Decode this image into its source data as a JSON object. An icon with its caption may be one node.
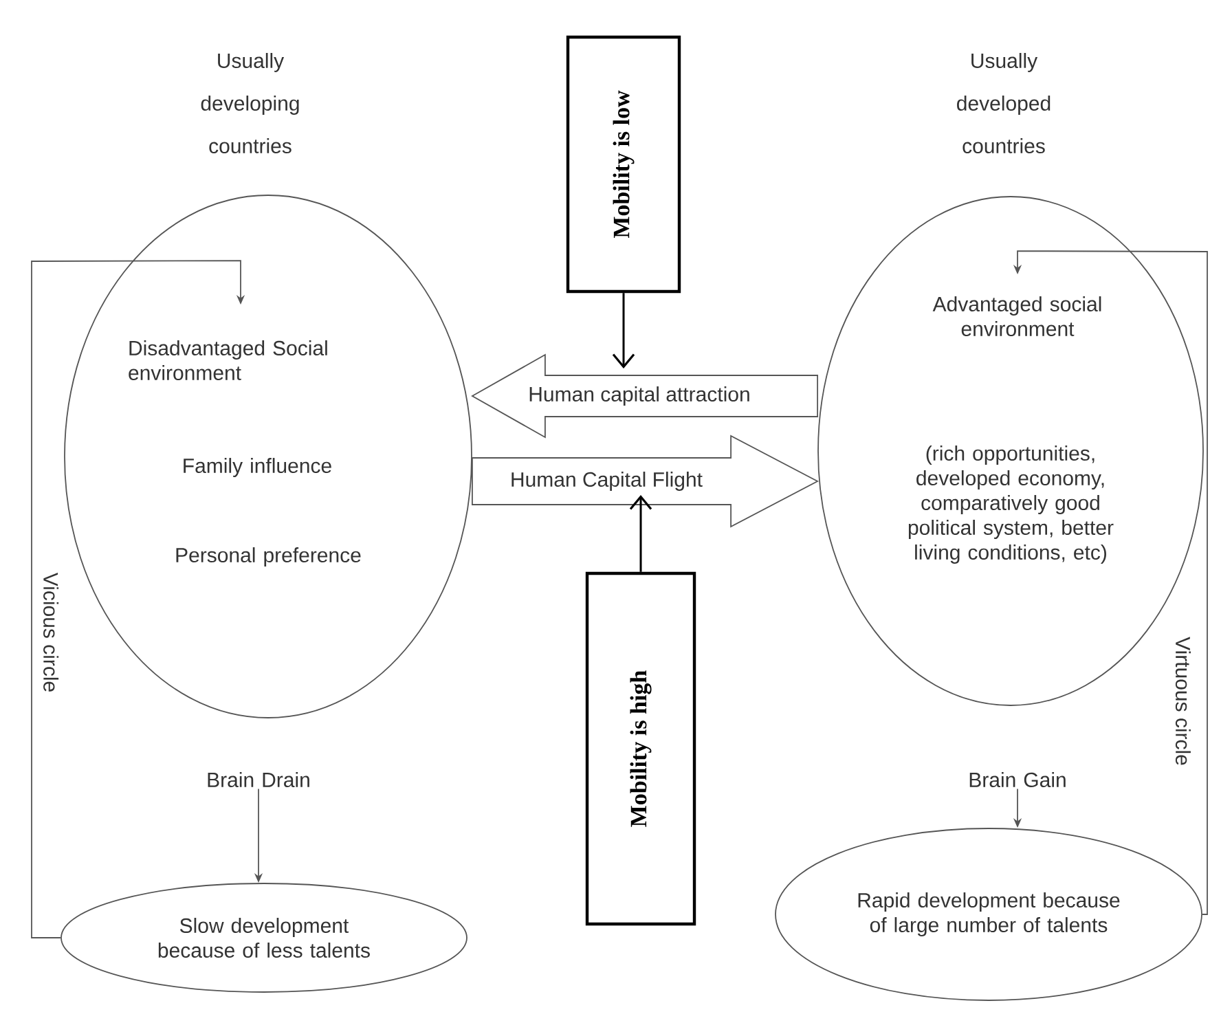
{
  "diagram": {
    "nodes": [
      {
        "text": [
          "Disadvantaged Social environment",
          "Family influence",
          "Personal preference"
        ],
        "beside": [
          "Usually developing countries"
        ]
      },
      {
        "text": [
          "Advantaged social environment",
          "(rich opportunities, developed economy, comparatively good political system, better living conditions, etc)"
        ],
        "beside": [
          "Usually developed countries"
        ]
      },
      {
        "text": [
          "Mobility is low"
        ]
      },
      {
        "text": [
          "Mobility is high"
        ]
      },
      {
        "text": [
          "Brain Drain"
        ]
      },
      {
        "text": [
          "Slow development because of less talents"
        ]
      },
      {
        "text": [
          "Brain Gain"
        ]
      },
      {
        "text": [
          "Rapid development because of large number of talents"
        ]
      }
    ],
    "edges": [
      {
        "from": 1,
        "to": 0,
        "arrow": "to",
        "label": "Human capital attraction",
        "style": "thick"
      },
      {
        "from": 0,
        "to": 1,
        "arrow": "to",
        "label": "Human Capital Flight",
        "style": "thick"
      },
      {
        "from": 2,
        "to": null,
        "arrow": "to"
      },
      {
        "from": 3,
        "to": null,
        "arrow": "to"
      },
      {
        "from": 4,
        "to": 5,
        "arrow": "to"
      },
      {
        "from": 6,
        "to": 7,
        "arrow": "to"
      },
      {
        "from": 5,
        "to": 0,
        "arrow": "to",
        "label": "Vicious circle"
      },
      {
        "from": 7,
        "to": 1,
        "arrow": "to",
        "label": "Virtuous circle"
      }
    ]
  }
}
